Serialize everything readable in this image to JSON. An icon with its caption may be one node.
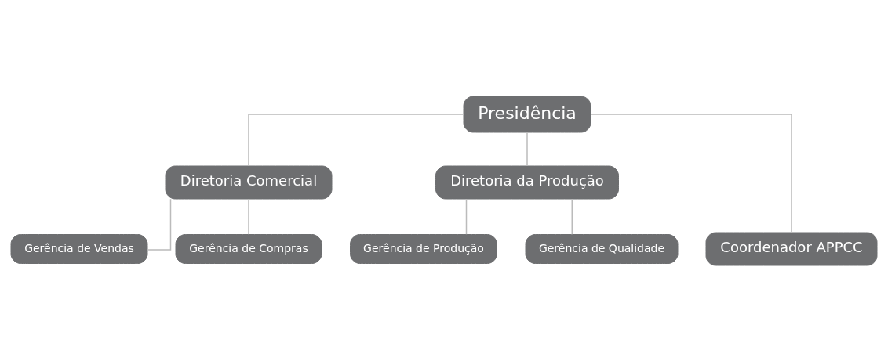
{
  "diagram": {
    "nodes": [
      {
        "text": [
          "Presidência"
        ]
      },
      {
        "text": [
          "Diretoria Comercial"
        ]
      },
      {
        "text": [
          "Diretoria da Produção"
        ]
      },
      {
        "text": [
          "Gerência de Vendas"
        ]
      },
      {
        "text": [
          "Gerência de Compras"
        ]
      },
      {
        "text": [
          "Gerência de Produção"
        ]
      },
      {
        "text": [
          "Gerência de Qualidade"
        ]
      },
      {
        "text": [
          "Coordenador APPCC"
        ]
      }
    ],
    "edges": [
      {
        "from": 0,
        "to": 1,
        "arrow": "none"
      },
      {
        "from": 0,
        "to": 2,
        "arrow": "none"
      },
      {
        "from": 0,
        "to": 7,
        "arrow": "none"
      },
      {
        "from": 1,
        "to": 3,
        "arrow": "none"
      },
      {
        "from": 1,
        "to": 4,
        "arrow": "none"
      },
      {
        "from": 2,
        "to": 5,
        "arrow": "none"
      },
      {
        "from": 2,
        "to": 6,
        "arrow": "none"
      }
    ]
  }
}
